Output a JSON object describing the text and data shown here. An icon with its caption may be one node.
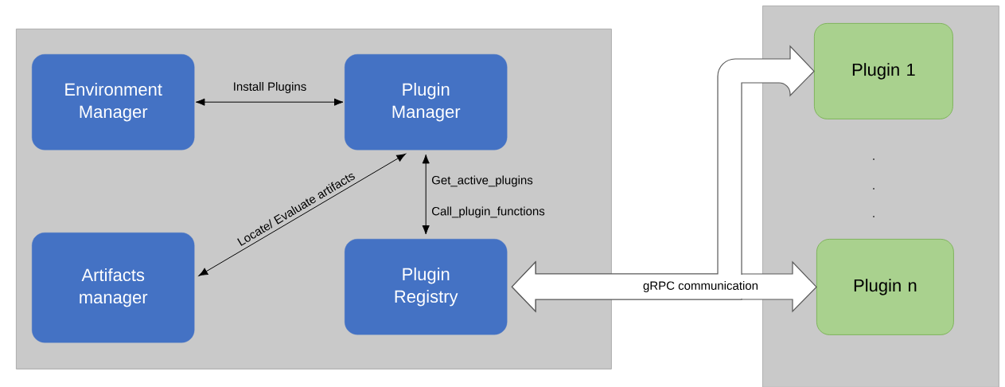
{
  "diagram": {
    "nodes": [
      {
        "text": [],
        "shape": "box"
      },
      {
        "text": [
          "Environment Manager"
        ],
        "in": 0
      },
      {
        "text": [
          "Plugin Manager"
        ],
        "in": 0
      },
      {
        "text": [
          "Artifacts manager"
        ],
        "in": 0
      },
      {
        "text": [
          "Plugin Registry"
        ],
        "in": 0
      },
      {
        "text": [],
        "shape": "box"
      },
      {
        "text": [
          "Plugin 1"
        ],
        "in": 5
      },
      {
        "text": [
          "Plugin n"
        ],
        "in": 5
      }
    ],
    "edges": [
      {
        "from": 1,
        "to": 2,
        "arrow": "both",
        "label": "Install Plugins"
      },
      {
        "from": 3,
        "to": 2,
        "arrow": "both",
        "label": "Locate/ Evaluate artifacts"
      },
      {
        "from": 2,
        "to": 4,
        "arrow": "both",
        "label": "Get_active_plugins Call_plugin_functions"
      },
      {
        "from": 4,
        "to": 6,
        "arrow": "both",
        "style": "thick"
      },
      {
        "from": 4,
        "to": 7,
        "arrow": "both",
        "style": "thick",
        "label": "gRPC communication"
      }
    ],
    "labels": [
      ".",
      ".",
      "."
    ]
  }
}
